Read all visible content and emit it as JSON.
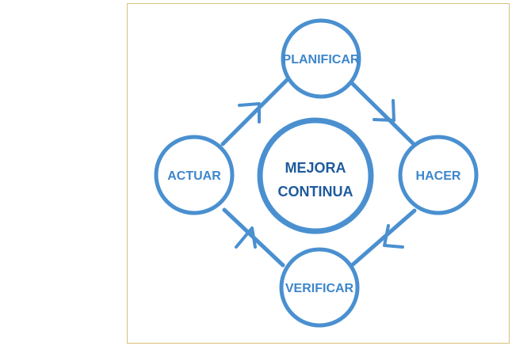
{
  "diagram": {
    "center": {
      "line1": "MEJORA",
      "line2": "CONTINUA"
    },
    "nodes": {
      "top": "PLANIFICAR",
      "right": "HACER",
      "bottom": "VERIFICAR",
      "left": "ACTUAR"
    },
    "colors": {
      "stroke": "#4a90d0",
      "node_text": "#3d86cc",
      "center_text": "#1e5a9c",
      "frame_border": "#d9c27a"
    }
  }
}
